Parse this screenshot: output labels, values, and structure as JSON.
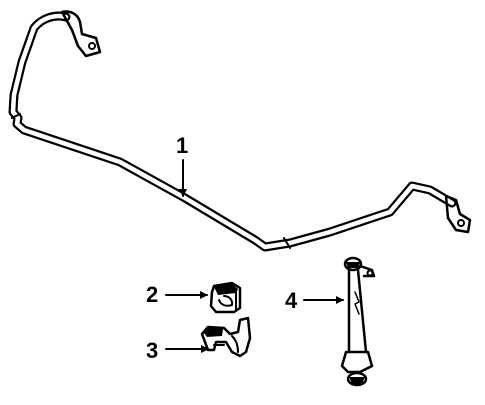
{
  "colors": {
    "ink": "#000000",
    "paper": "#ffffff"
  },
  "callouts": [
    {
      "number": "1",
      "part": "stabilizer-bar"
    },
    {
      "number": "2",
      "part": "bushing"
    },
    {
      "number": "3",
      "part": "bracket"
    },
    {
      "number": "4",
      "part": "link"
    }
  ]
}
